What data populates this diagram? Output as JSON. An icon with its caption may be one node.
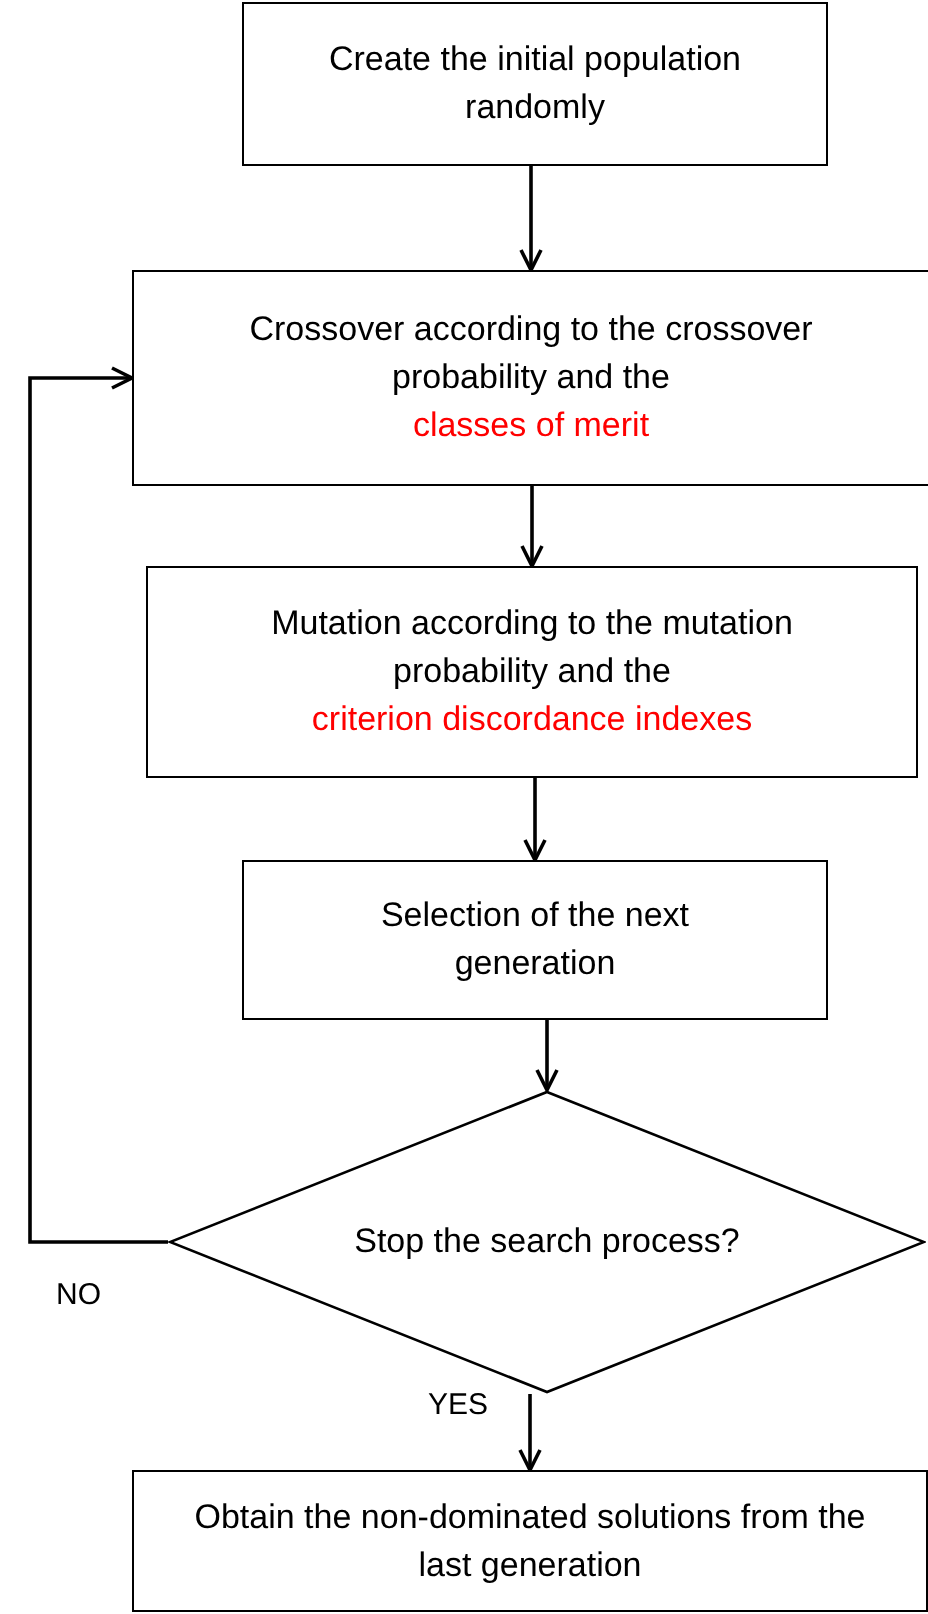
{
  "diagram": {
    "nodes": [
      {
        "text": [
          "Create the initial population randomly"
        ]
      },
      {
        "text": [
          "Crossover according to the crossover probability and the",
          "classes of merit"
        ]
      },
      {
        "text": [
          "Mutation according to the mutation probability and the",
          "criterion discordance indexes"
        ]
      },
      {
        "text": [
          "Selection of the next generation"
        ]
      },
      {
        "text": [
          "Stop the search process?"
        ]
      },
      {
        "text": [
          "Obtain the non-dominated solutions from the last generation"
        ]
      }
    ],
    "edges": [
      {
        "from": 0,
        "to": 1,
        "arrow": "to"
      },
      {
        "from": 1,
        "to": 2,
        "arrow": "to"
      },
      {
        "from": 2,
        "to": 3,
        "arrow": "to"
      },
      {
        "from": 3,
        "to": 4,
        "arrow": "to"
      },
      {
        "from": 4,
        "to": 5,
        "arrow": "to",
        "label": "YES"
      },
      {
        "from": 4,
        "to": 1,
        "arrow": "to",
        "label": "NO"
      }
    ]
  }
}
